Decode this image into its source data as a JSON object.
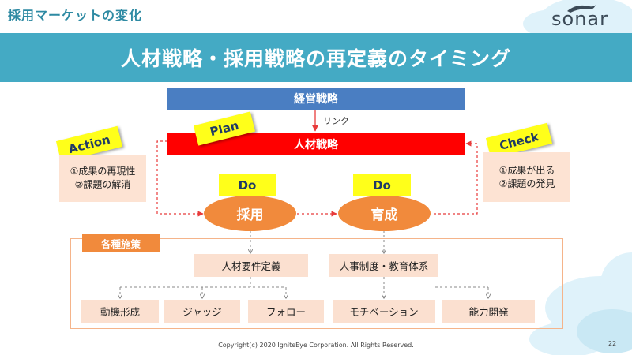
{
  "slide": {
    "section_title": "採用マーケットの変化",
    "main_title": "人材戦略・採用戦略の再定義のタイミング",
    "logo_text": "sonar",
    "footer": "Copyright(c) 2020 IgniteEye Corporation. All Rights Reserved.",
    "page_number": "22"
  },
  "diagram": {
    "business_strategy": "経営戦略",
    "link_label": "リンク",
    "hr_strategy": "人材戦略",
    "plan_tag": "Plan",
    "action_tag": "Action",
    "action_items": [
      "①成果の再現性",
      "②課題の解消"
    ],
    "check_tag": "Check",
    "check_items": [
      "①成果が出る",
      "②課題の発見"
    ],
    "do_tags": [
      "Do",
      "Do"
    ],
    "stages": [
      "採用",
      "育成"
    ],
    "measures_label": "各種施策",
    "mid_items": [
      "人材要件定義",
      "人事制度・教育体系"
    ],
    "bottom_items": [
      "動機形成",
      "ジャッジ",
      "フォロー",
      "モチベーション",
      "能力開発"
    ]
  },
  "colors": {
    "banner": "#44aac4",
    "section_title": "#2e8aa3",
    "business_bar": "#4a7ec2",
    "hr_bar": "#ff0000",
    "tag": "#ffff1a",
    "stage": "#f18a3c",
    "tile": "#fbe0d0",
    "arrow": "#e83b3b"
  }
}
